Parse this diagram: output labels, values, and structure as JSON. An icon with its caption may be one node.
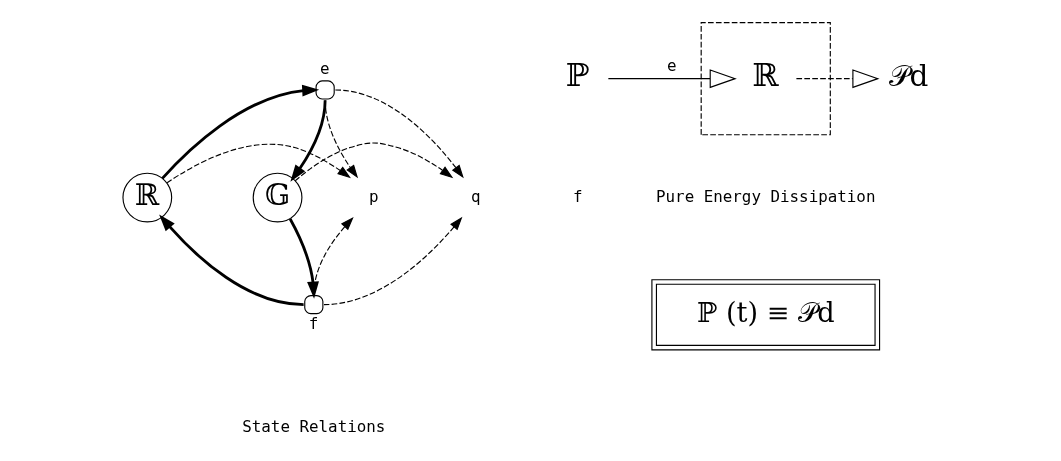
{
  "diagram": {
    "nodes": [
      {
        "text": [],
        "shape": "circle",
        "beside": [
          "e"
        ]
      },
      {
        "text": [],
        "shape": "circle",
        "beside": [
          "f"
        ]
      },
      {
        "text": [
          "ℝ"
        ]
      },
      {
        "text": [
          "𝔾"
        ]
      },
      {
        "text": [
          "p"
        ]
      },
      {
        "text": [
          "q"
        ]
      },
      {
        "text": [
          "ℙ"
        ]
      },
      {
        "text": [],
        "shape": "box"
      },
      {
        "text": [
          "ℝ"
        ],
        "in": 7
      },
      {
        "text": [
          "𝒫d"
        ]
      },
      {
        "text": [
          "ℙ (t) ≡ 𝒫d"
        ]
      }
    ],
    "edges": [
      {
        "from": 1,
        "to": 2,
        "arrow": "to",
        "style": "thick"
      },
      {
        "from": 2,
        "to": 0,
        "arrow": "to",
        "style": "thick"
      },
      {
        "from": 0,
        "to": 3,
        "arrow": "to",
        "style": "thick"
      },
      {
        "from": 3,
        "to": 1,
        "arrow": "to",
        "style": "thick"
      },
      {
        "from": 0,
        "to": 4,
        "arrow": "to",
        "style": "dashed"
      },
      {
        "from": 2,
        "to": 4,
        "arrow": "to",
        "style": "dashed"
      },
      {
        "from": 1,
        "to": 4,
        "arrow": "to",
        "style": "dashed"
      },
      {
        "from": 0,
        "to": 5,
        "arrow": "to",
        "style": "dashed"
      },
      {
        "from": 3,
        "to": 5,
        "arrow": "to",
        "style": "dashed"
      },
      {
        "from": 1,
        "to": 5,
        "arrow": "to",
        "style": "dashed"
      },
      {
        "from": 6,
        "to": 8,
        "arrow": "to",
        "label": "e"
      },
      {
        "from": 8,
        "to": 9,
        "arrow": "to",
        "style": "dashed"
      }
    ],
    "labels": [
      "f",
      "Pure Energy Dissipation",
      "State Relations"
    ]
  }
}
